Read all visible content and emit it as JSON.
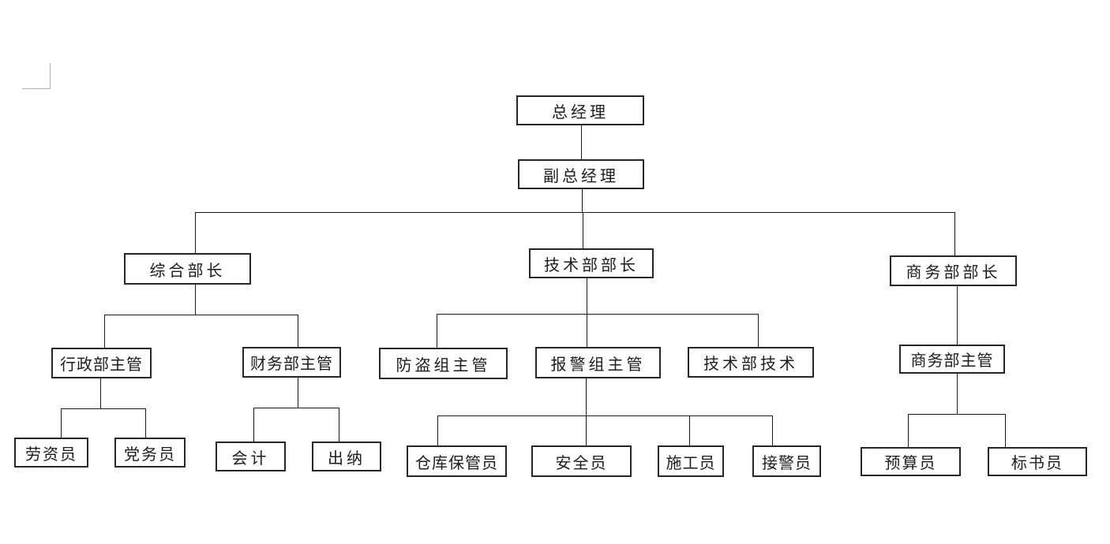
{
  "diagram": {
    "kind": "org-chart",
    "language": "zh-CN",
    "background_color": "#ffffff",
    "box_border_color": "#262626",
    "line_color": "#1d1d1d",
    "crop_mark_color": "#b3b3b3"
  },
  "nodes": [
    {
      "id": "general-manager",
      "label": "总经理",
      "level": 1,
      "parent": null
    },
    {
      "id": "deputy-general-manager",
      "label": "副总经理",
      "level": 2,
      "parent": "general-manager"
    },
    {
      "id": "general-affairs-director",
      "label": "综合部长",
      "level": 3,
      "parent": "deputy-general-manager"
    },
    {
      "id": "technical-dept-director",
      "label": "技术部部长",
      "level": 3,
      "parent": "deputy-general-manager"
    },
    {
      "id": "commerce-dept-director",
      "label": "商务部部长",
      "level": 3,
      "parent": "deputy-general-manager"
    },
    {
      "id": "admin-dept-supervisor",
      "label": "行政部主管",
      "level": 4,
      "parent": "general-affairs-director"
    },
    {
      "id": "finance-dept-supervisor",
      "label": "财务部主管",
      "level": 4,
      "parent": "general-affairs-director"
    },
    {
      "id": "anti-theft-group-supervisor",
      "label": "防盗组主管",
      "level": 4,
      "parent": "technical-dept-director"
    },
    {
      "id": "alarm-group-supervisor",
      "label": "报警组主管",
      "level": 4,
      "parent": "technical-dept-director"
    },
    {
      "id": "technical-dept-technician",
      "label": "技术部技术",
      "level": 4,
      "parent": "technical-dept-director"
    },
    {
      "id": "commerce-dept-supervisor",
      "label": "商务部主管",
      "level": 4,
      "parent": "commerce-dept-director"
    },
    {
      "id": "labor-wage-clerk",
      "label": "劳资员",
      "level": 5,
      "parent": "admin-dept-supervisor"
    },
    {
      "id": "party-affairs-clerk",
      "label": "党务员",
      "level": 5,
      "parent": "admin-dept-supervisor"
    },
    {
      "id": "accountant",
      "label": "会计",
      "level": 5,
      "parent": "finance-dept-supervisor"
    },
    {
      "id": "cashier",
      "label": "出纳",
      "level": 5,
      "parent": "finance-dept-supervisor"
    },
    {
      "id": "warehouse-keeper",
      "label": "仓库保管员",
      "level": 5,
      "parent": "alarm-group-supervisor"
    },
    {
      "id": "safety-officer",
      "label": "安全员",
      "level": 5,
      "parent": "alarm-group-supervisor"
    },
    {
      "id": "construction-worker",
      "label": "施工员",
      "level": 5,
      "parent": "alarm-group-supervisor"
    },
    {
      "id": "alarm-receiver",
      "label": "接警员",
      "level": 5,
      "parent": "alarm-group-supervisor"
    },
    {
      "id": "budget-clerk",
      "label": "预算员",
      "level": 5,
      "parent": "commerce-dept-supervisor"
    },
    {
      "id": "bid-document-clerk",
      "label": "标书员",
      "level": 5,
      "parent": "commerce-dept-supervisor"
    }
  ]
}
